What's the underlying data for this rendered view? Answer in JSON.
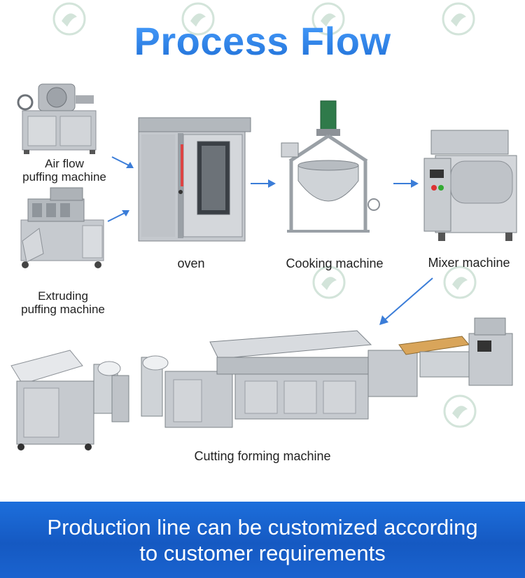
{
  "title": "Process Flow",
  "machines": {
    "air_flow_line1": "Air flow",
    "air_flow_line2": "puffing machine",
    "extruding_line1": "Extruding",
    "extruding_line2": "puffing machine",
    "oven": "oven",
    "cooking": "Cooking machine",
    "mixer": "Mixer machine",
    "cutting": "Cutting forming machine"
  },
  "banner": {
    "line1": "Production line can be customized according",
    "line2": "to customer requirements"
  },
  "colors": {
    "title_blue": "#2f80ed",
    "arrow_blue": "#3b7dd8",
    "banner_blue": "#1a63cf",
    "steel": "#c9ccd0"
  }
}
